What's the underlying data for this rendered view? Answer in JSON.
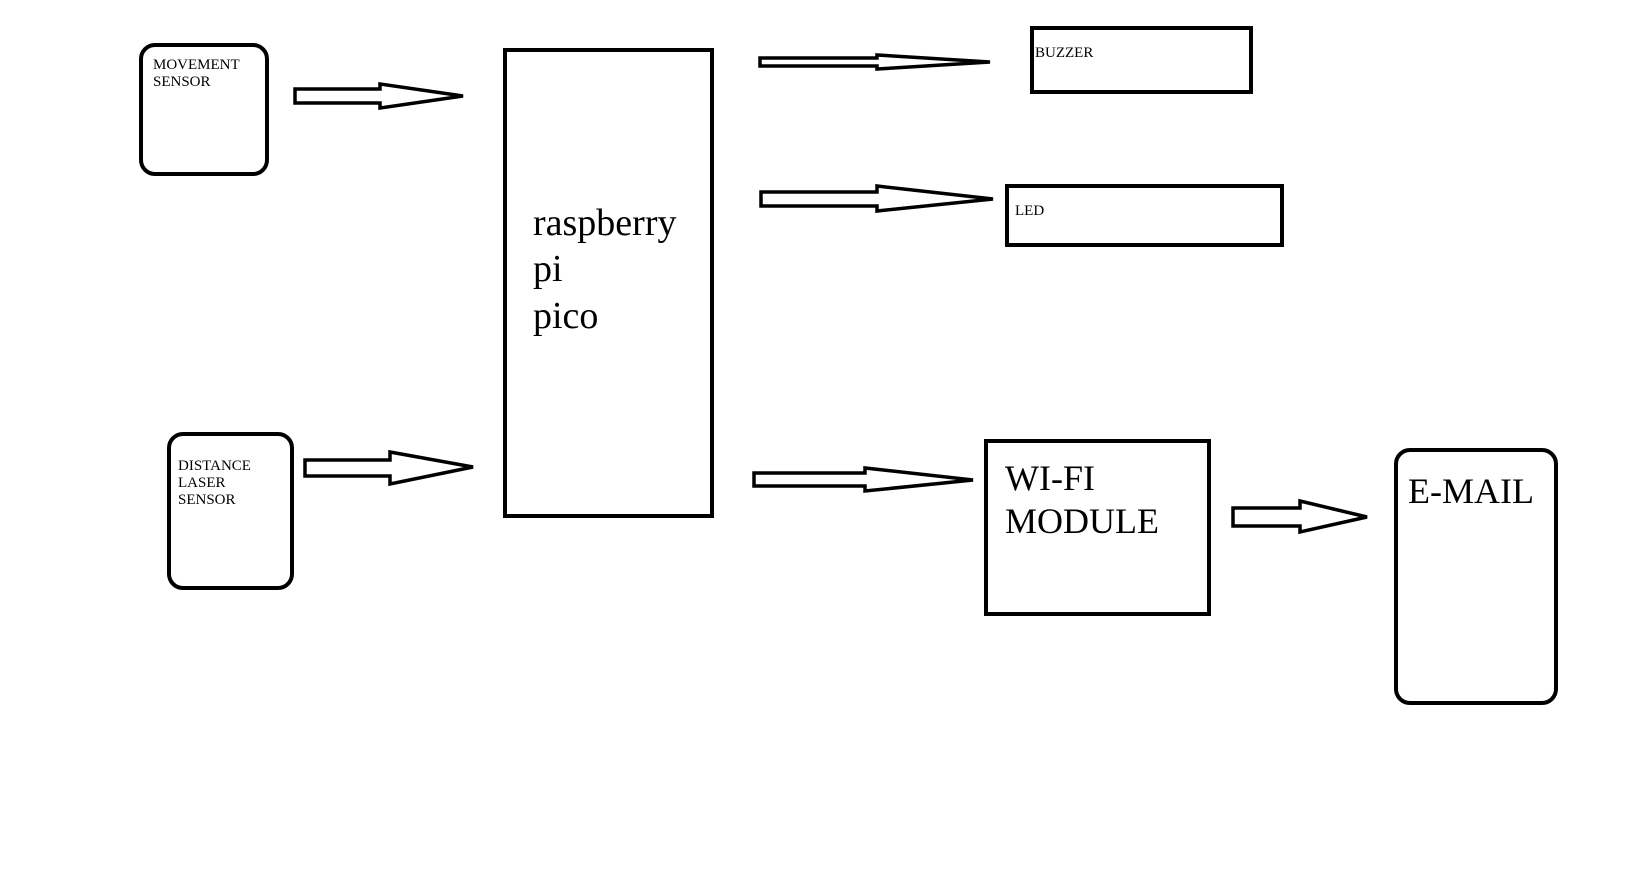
{
  "diagram": {
    "nodes": {
      "movement_sensor": {
        "label": "MOVEMENT\nSENSOR"
      },
      "distance_laser_sensor": {
        "label": "DISTANCE\nLASER\nSENSOR"
      },
      "raspberry_pi_pico": {
        "label": "raspberry\npi\npico"
      },
      "buzzer": {
        "label": "BUZZER"
      },
      "led": {
        "label": "LED"
      },
      "wifi_module": {
        "label": "WI-FI\nMODULE"
      },
      "email": {
        "label": "E-MAIL"
      }
    },
    "edges": [
      {
        "from": "movement_sensor",
        "to": "raspberry_pi_pico"
      },
      {
        "from": "distance_laser_sensor",
        "to": "raspberry_pi_pico"
      },
      {
        "from": "raspberry_pi_pico",
        "to": "buzzer"
      },
      {
        "from": "raspberry_pi_pico",
        "to": "led"
      },
      {
        "from": "raspberry_pi_pico",
        "to": "wifi_module"
      },
      {
        "from": "wifi_module",
        "to": "email"
      }
    ]
  }
}
